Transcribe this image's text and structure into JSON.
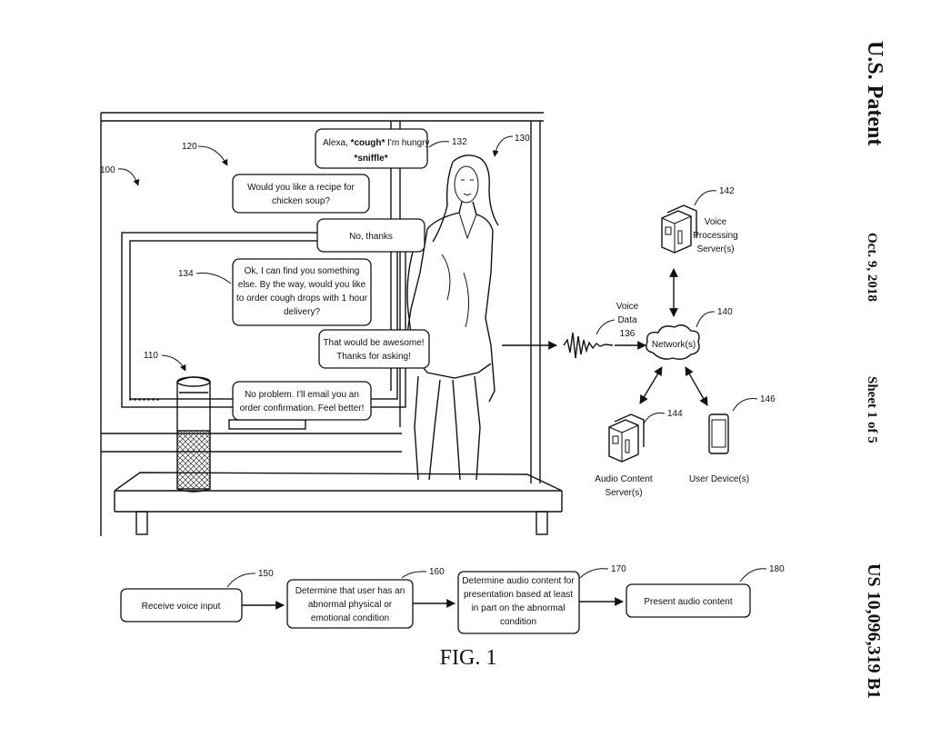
{
  "header": {
    "title": "U.S. Patent",
    "date": "Oct. 9, 2018",
    "sheet": "Sheet 1 of 5",
    "patent_number": "US 10,096,319 B1"
  },
  "refs": {
    "r100": "100",
    "r110": "110",
    "r120": "120",
    "r130": "130",
    "r132": "132",
    "r134": "134",
    "r136": "136",
    "r140": "140",
    "r142": "142",
    "r144": "144",
    "r146": "146",
    "r150": "150",
    "r160": "160",
    "r170": "170",
    "r180": "180"
  },
  "dialogue": {
    "b1_line1_pre": "Alexa, ",
    "b1_line1_bold": "*cough*",
    "b1_line1_post": " I'm hungry",
    "b1_line2": "*sniffle*",
    "b2_line1": "Would you like a recipe for",
    "b2_line2": "chicken soup?",
    "b3_line1": "No, thanks",
    "b4_line1": "Ok, I can find you something",
    "b4_line2": "else. By the way, would you like",
    "b4_line3": "to order cough drops with 1 hour",
    "b4_line4": "delivery?",
    "b5_line1": "That would be awesome!",
    "b5_line2": "Thanks for asking!",
    "b6_line1": "No problem. I'll email you an",
    "b6_line2": "order confirmation. Feel better!"
  },
  "network": {
    "voice_data_l1": "Voice",
    "voice_data_l2": "Data",
    "network_label": "Network(s)",
    "vps_l1": "Voice",
    "vps_l2": "Processing",
    "vps_l3": "Server(s)",
    "acs_l1": "Audio Content",
    "acs_l2": "Server(s)",
    "user_device": "User Device(s)"
  },
  "flow": {
    "s150": "Receive voice input",
    "s160_l1": "Determine that user has an",
    "s160_l2": "abnormal physical or",
    "s160_l3": "emotional condition",
    "s170_l1": "Determine audio content for",
    "s170_l2": "presentation based at least",
    "s170_l3": "in part on the abnormal",
    "s170_l4": "condition",
    "s180": "Present audio content"
  },
  "figure_label": "FIG. 1"
}
